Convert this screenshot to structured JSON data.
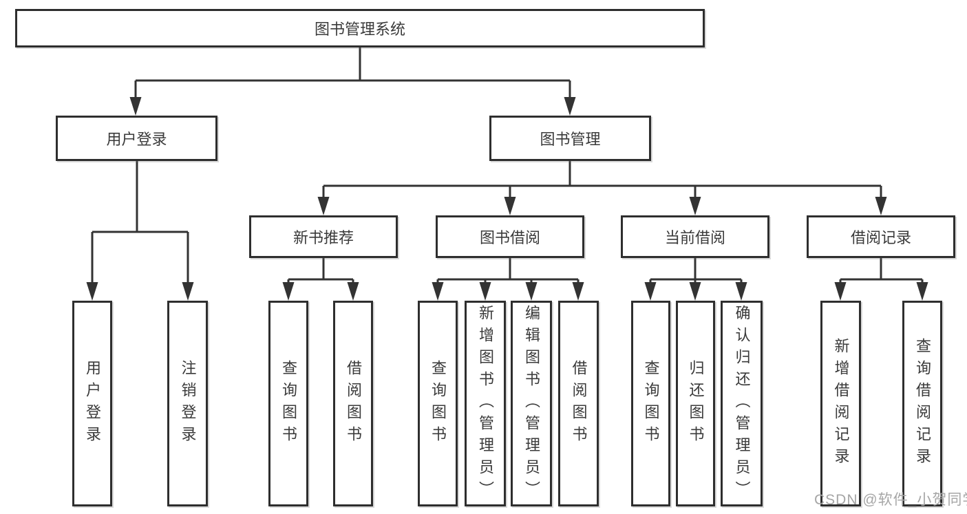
{
  "diagram": {
    "root": {
      "label": "图书管理系统"
    },
    "login": {
      "label": "用户登录",
      "children": [
        "用户登录",
        "注销登录"
      ]
    },
    "management": {
      "label": "图书管理",
      "children": [
        {
          "label": "新书推荐",
          "children": [
            "查询图书",
            "借阅图书"
          ]
        },
        {
          "label": "图书借阅",
          "children": [
            "查询图书",
            "新增图书（管理员）",
            "编辑图书（管理员）",
            "借阅图书"
          ]
        },
        {
          "label": "当前借阅",
          "children": [
            "查询图书",
            "归还图书",
            "确认归还（管理员）"
          ]
        },
        {
          "label": "借阅记录",
          "children": [
            "新增借阅记录",
            "查询借阅记录"
          ]
        }
      ]
    },
    "line_color": "#333333",
    "border_color": "#2e2e2e",
    "text_color": "#3a3a3a",
    "watermark_color": "#a6a6a6"
  },
  "watermark": {
    "text": "CSDN @软件_小贺同学"
  }
}
